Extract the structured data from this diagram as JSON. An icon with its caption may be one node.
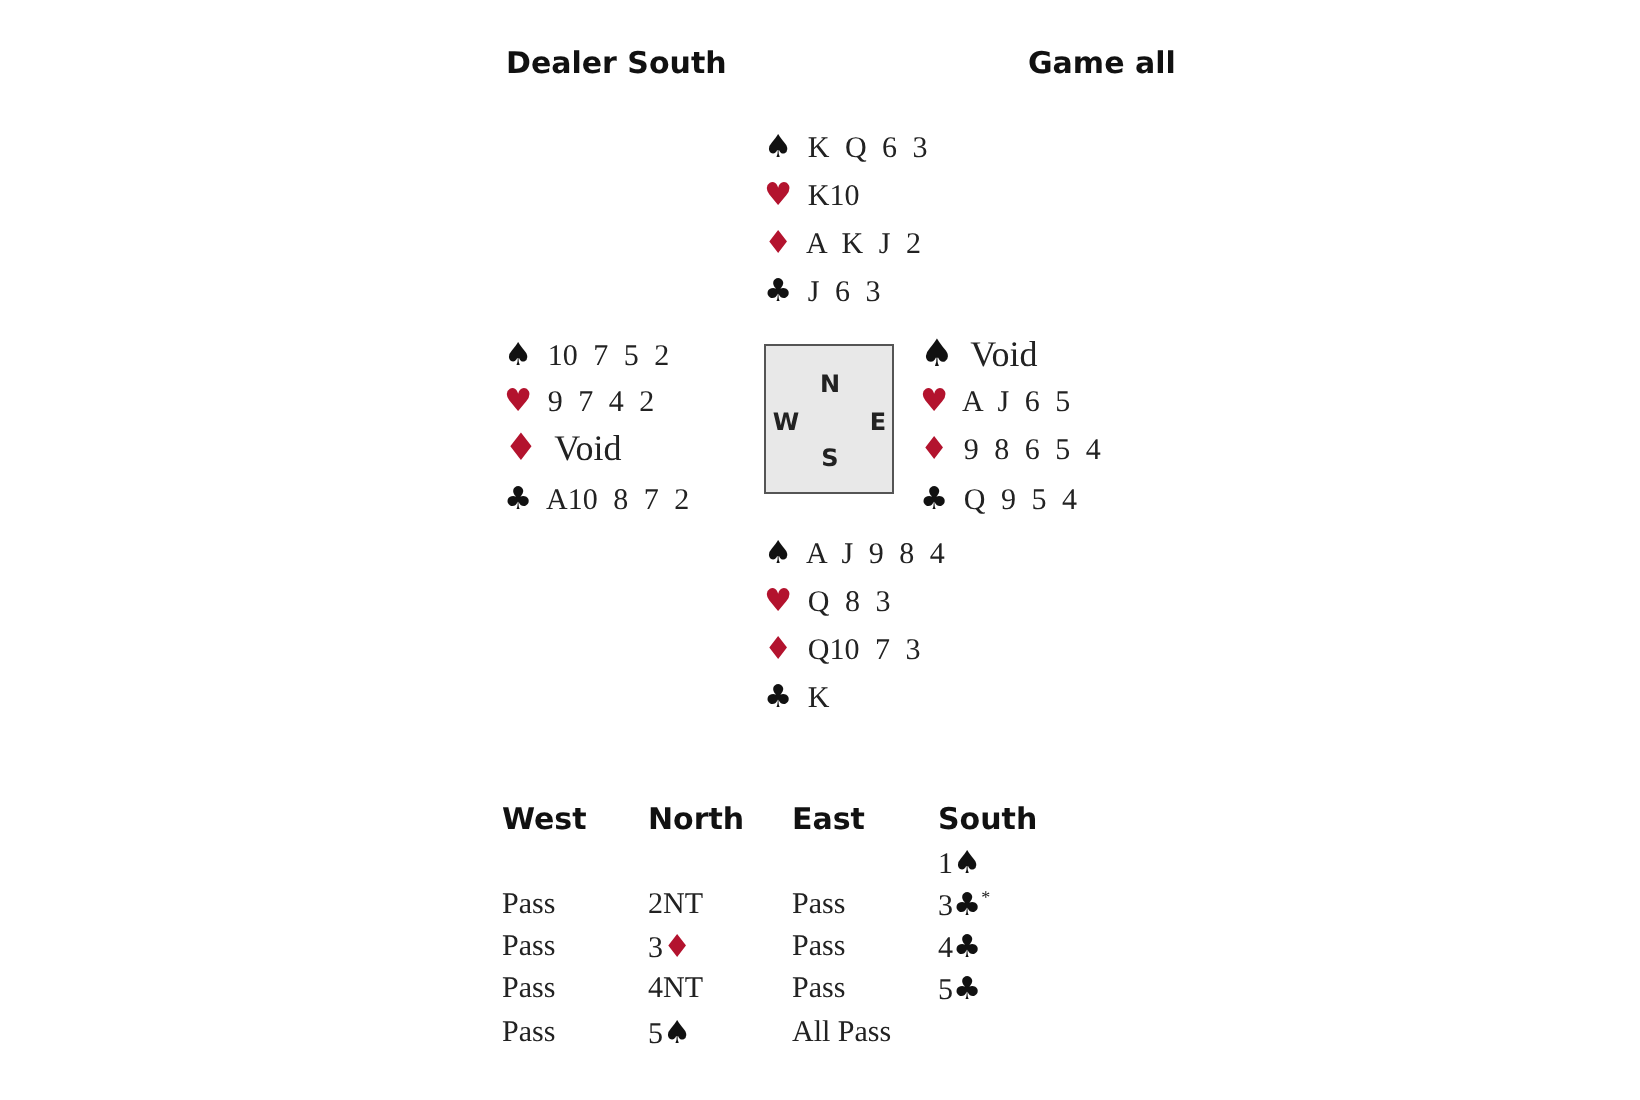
{
  "diagram": {
    "nodes": [
      {
        "text": [
          "N",
          "W",
          "E",
          "S"
        ]
      }
    ],
    "labels": [
      "Dealer South",
      "Game all",
      "♠ K Q 6 3",
      "♥ K10",
      "♦ A K J 2",
      "♣ J 6 3",
      "♠ 10 7 5 2",
      "♥ 9 7 4 2",
      "♦ Void",
      "♣ A10 8 7 2",
      "♠ Void",
      "♥ A J 6 5",
      "♦ 9 8 6 5 4",
      "♣ Q 9 5 4",
      "♠ A J 9 8 4",
      "♥ Q 8 3",
      "♦ Q10 7 3",
      "♣ K",
      "West",
      "North",
      "East",
      "South",
      "1♠",
      "Pass",
      "2NT",
      "Pass",
      "3♣$^{*}$",
      "Pass",
      "3♦",
      "Pass",
      "4♣",
      "Pass",
      "4NT",
      "Pass",
      "5♣",
      "Pass",
      "5♠",
      "All Pass"
    ]
  }
}
